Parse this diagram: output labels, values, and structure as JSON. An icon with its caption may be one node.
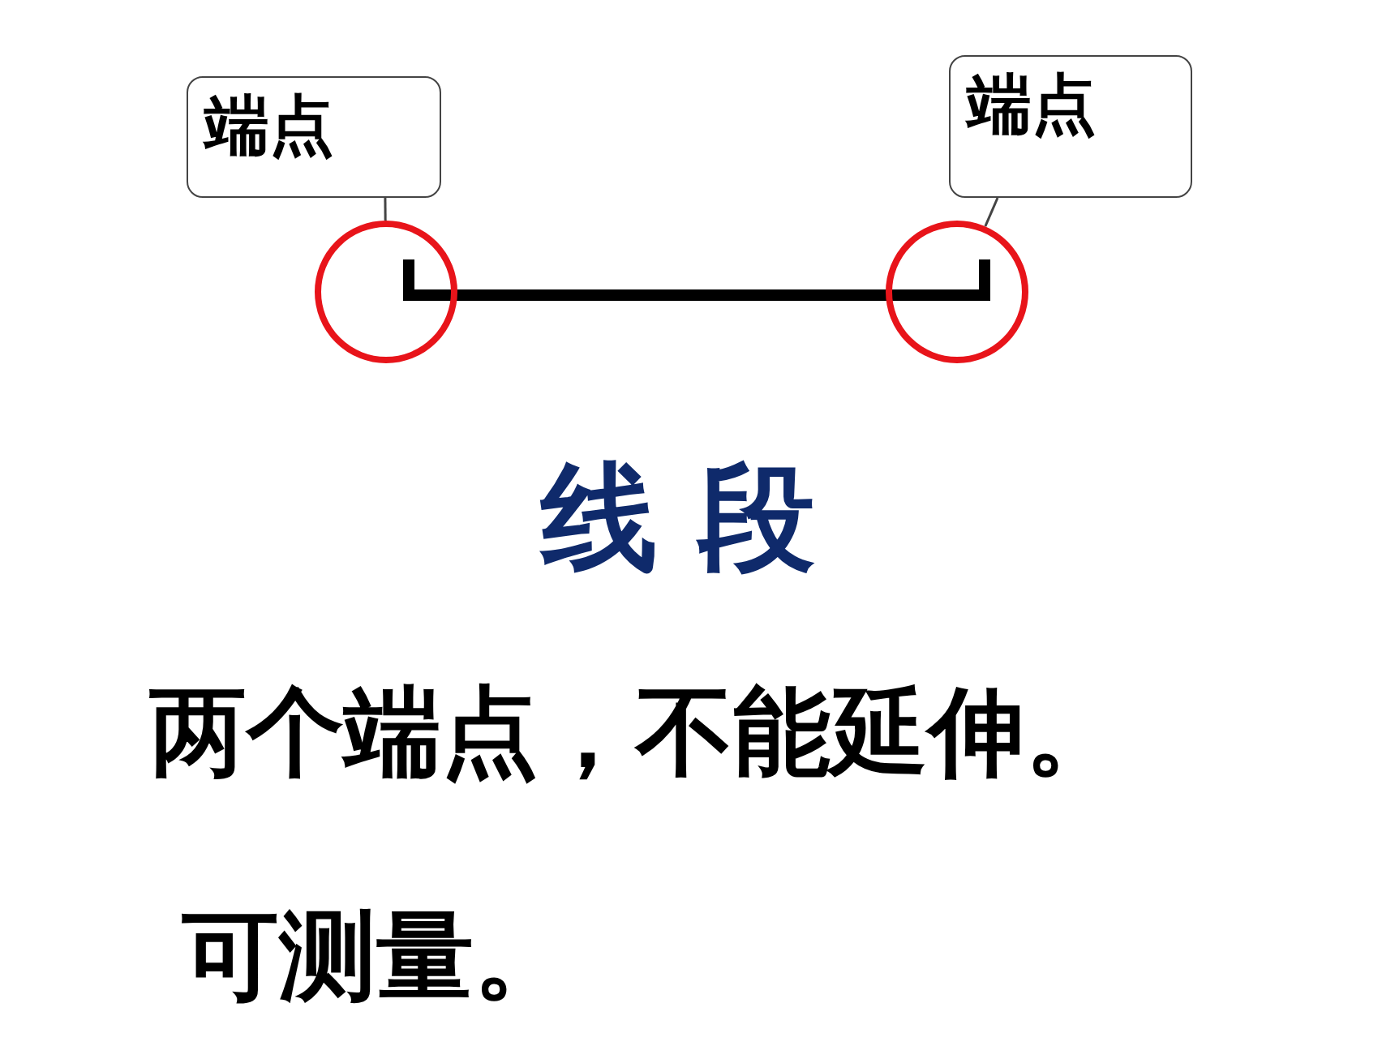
{
  "diagram": {
    "title": "线 段",
    "nodes": [
      {
        "text": [
          "端点"
        ]
      },
      {
        "text": [
          "端点"
        ]
      },
      {
        "text": [],
        "shape": "circle"
      },
      {
        "text": [],
        "shape": "circle"
      }
    ],
    "edges": [
      {
        "from": 0,
        "to": 2,
        "arrow": "none"
      },
      {
        "from": 1,
        "to": 3,
        "arrow": "none"
      }
    ],
    "labels": [
      "两个端点，不能延伸。",
      "可测量。"
    ]
  }
}
